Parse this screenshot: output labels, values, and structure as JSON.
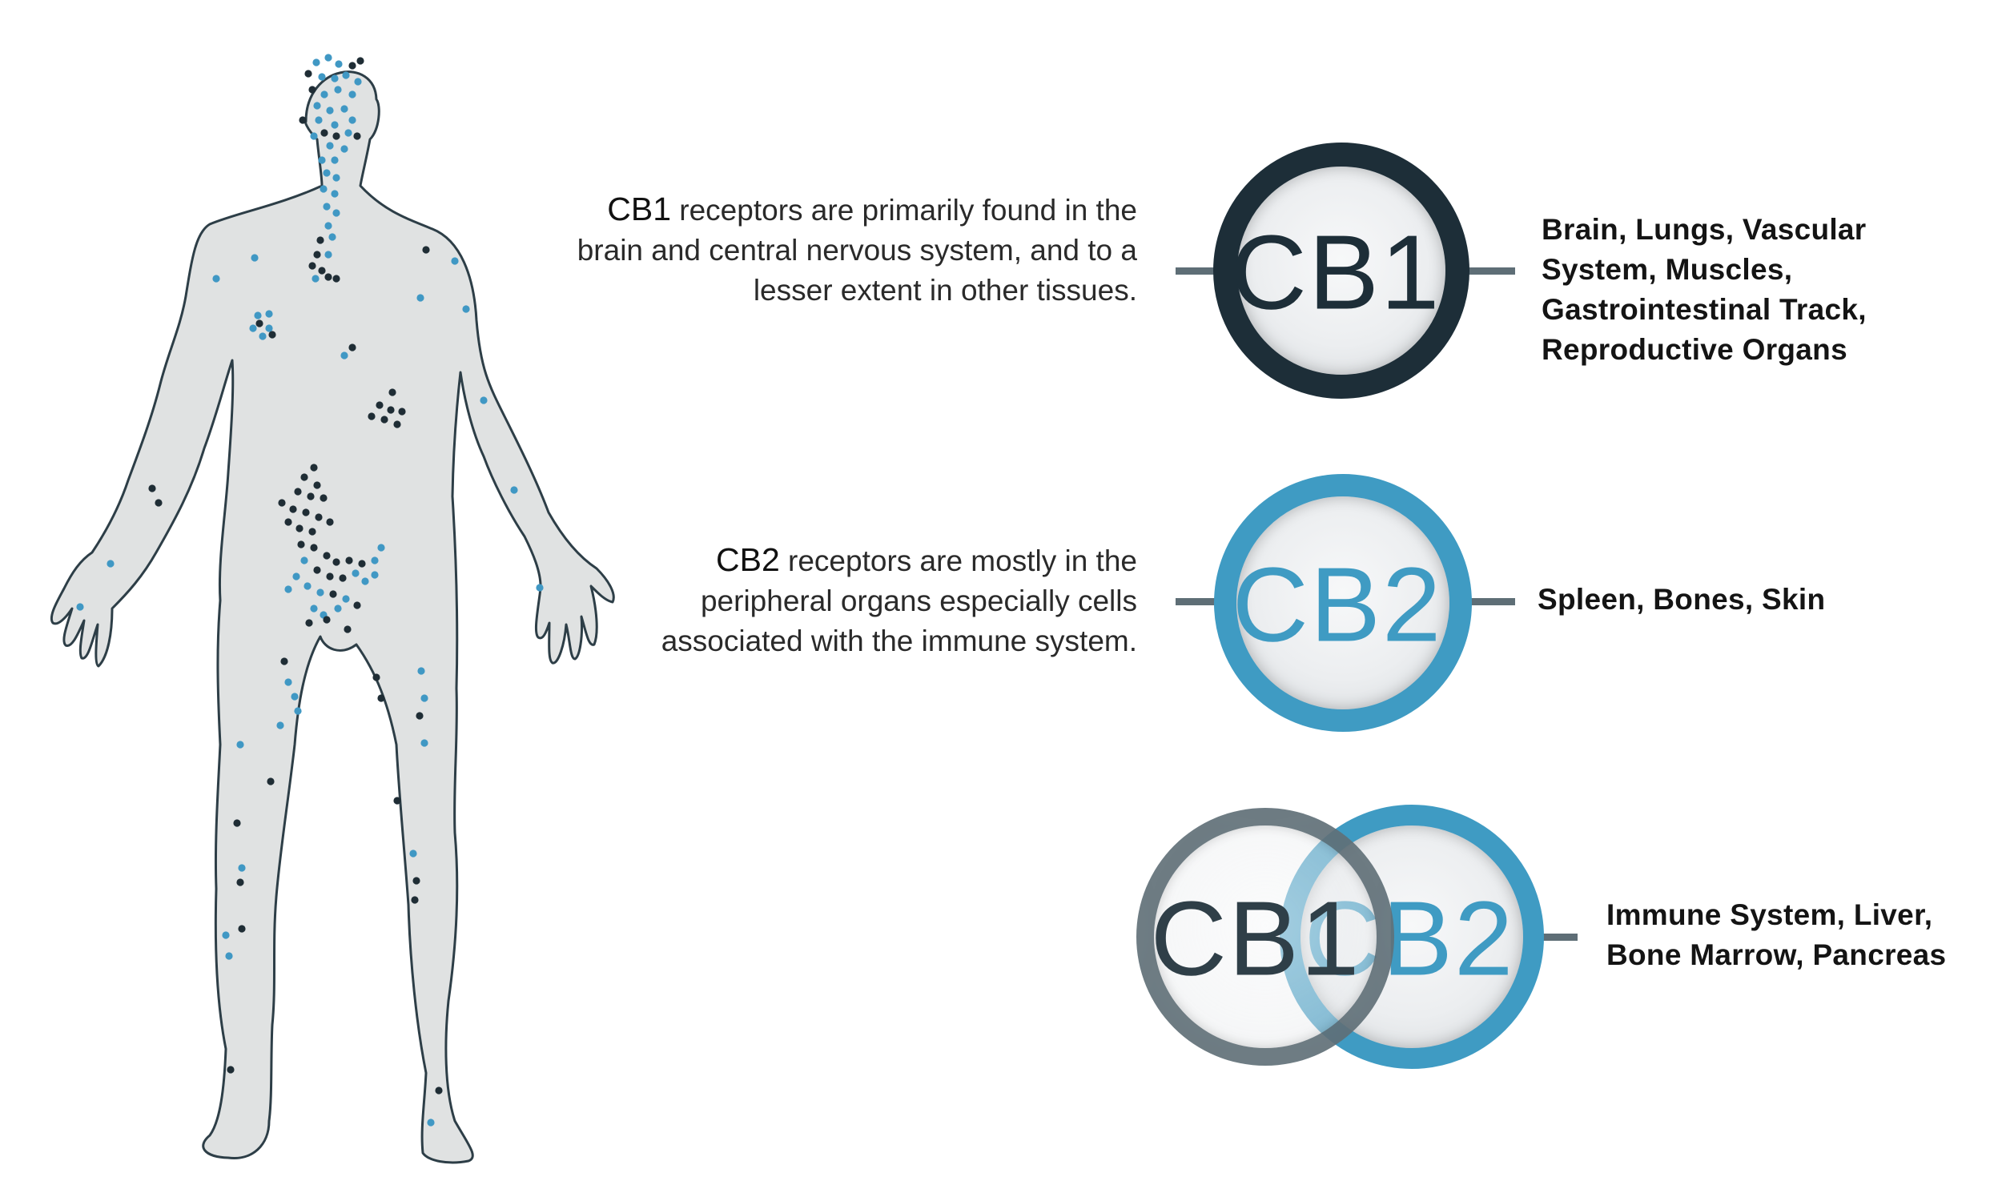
{
  "cb1": {
    "term": "CB1",
    "description": "receptors are primarily found in the brain and central nervous system, and to a lesser extent in other tissues.",
    "ring_label": "CB1",
    "organs": "Brain, Lungs, Vascular System, Muscles, Gastrointestinal Track, Reproductive Organs",
    "color": "#1d2e38"
  },
  "cb2": {
    "term": "CB2",
    "description": "receptors are mostly in the peripheral organs especially cells associated with the immune system.",
    "ring_label": "CB2",
    "organs": "Spleen, Bones, Skin",
    "color": "#3f9bc3"
  },
  "both": {
    "cb1_label": "CB1",
    "cb2_label": "CB2",
    "organs": "Immune System, Liver, Bone Marrow, Pancreas",
    "cb1_ring_color": "#56666e"
  },
  "figure": {
    "silhouette_fill": "#e0e2e2",
    "silhouette_stroke": "#2d3e47",
    "dot_dark": "#1f2d35",
    "dot_blue": "#4098c4"
  }
}
